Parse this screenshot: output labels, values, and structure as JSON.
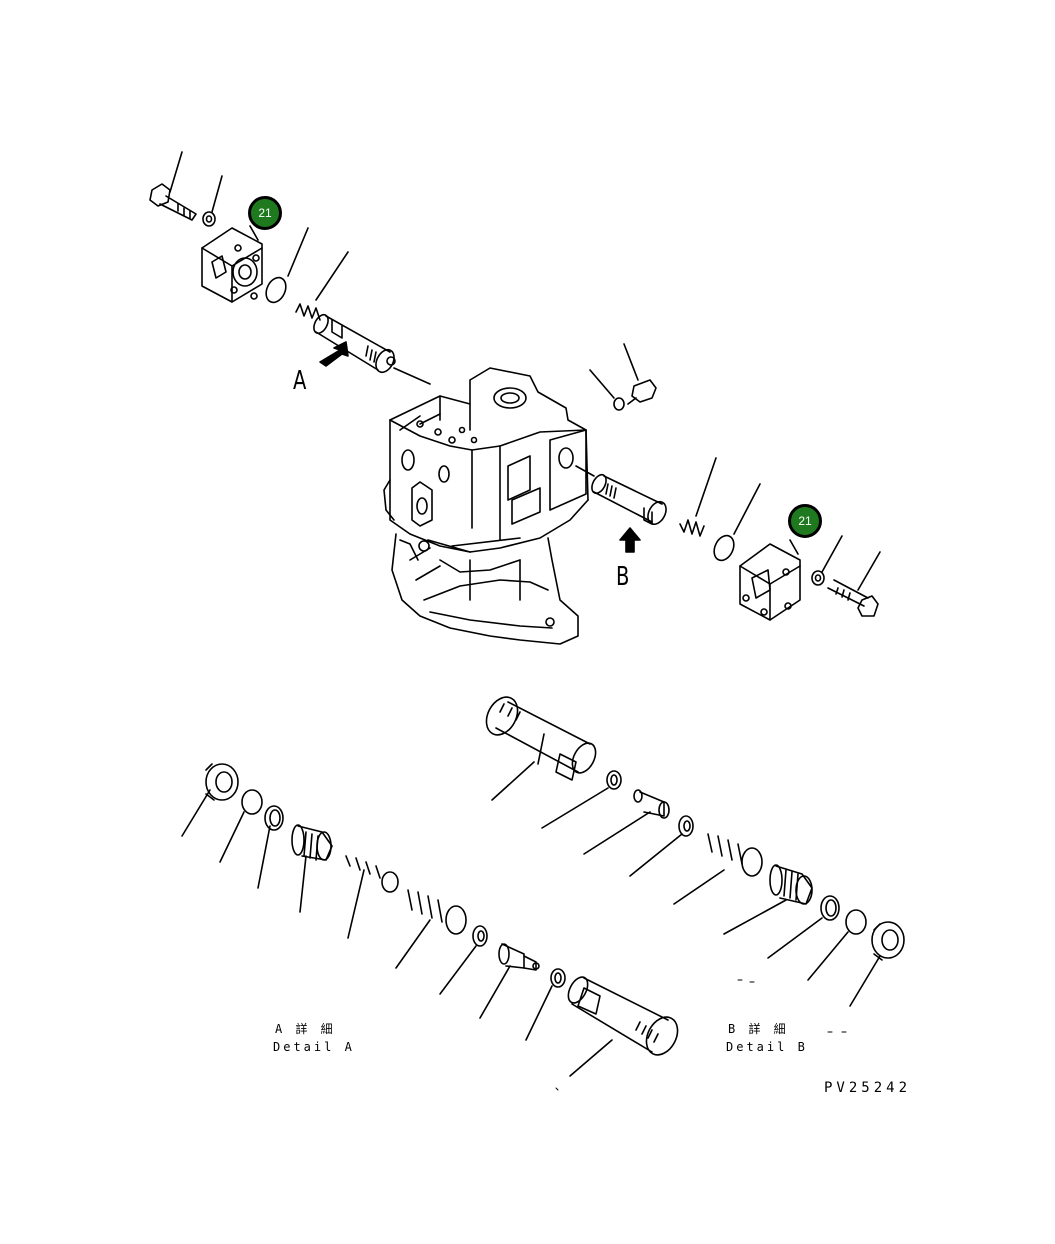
{
  "labels": {
    "view_a": "A",
    "view_b": "B",
    "detail_a_jp": "A 詳 細",
    "detail_a_en": "Detail A",
    "detail_b_jp": "B 詳 細",
    "detail_b_en": "Detail B",
    "drawing_code": "PV25242"
  },
  "callouts": [
    {
      "number": "21"
    },
    {
      "number": "21"
    }
  ],
  "colors": {
    "callout_fill": "#1f7a1f",
    "line": "#000000"
  }
}
